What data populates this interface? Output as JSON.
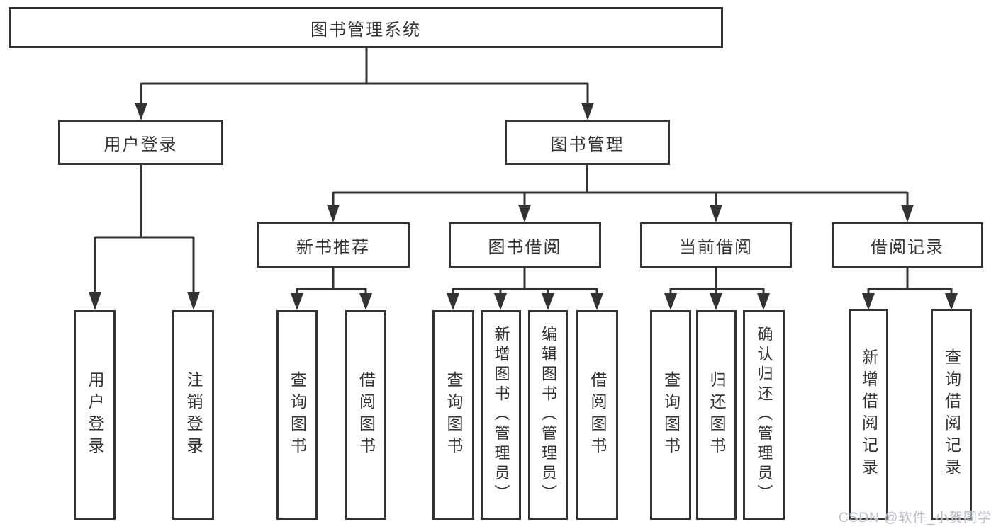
{
  "tree": {
    "root": {
      "label": "图书管理系统"
    },
    "branches": [
      {
        "label": "用户登录",
        "children": [
          {
            "label": "用户登录"
          },
          {
            "label": "注销登录"
          }
        ]
      },
      {
        "label": "图书管理",
        "children": [
          {
            "label": "新书推荐",
            "children": [
              {
                "label": "查询图书"
              },
              {
                "label": "借阅图书"
              }
            ]
          },
          {
            "label": "图书借阅",
            "children": [
              {
                "label": "查询图书"
              },
              {
                "label": "新增图书（管理员）"
              },
              {
                "label": "编辑图书（管理员）"
              },
              {
                "label": "借阅图书"
              }
            ]
          },
          {
            "label": "当前借阅",
            "children": [
              {
                "label": "查询图书"
              },
              {
                "label": "归还图书"
              },
              {
                "label": "确认归还（管理员）"
              }
            ]
          },
          {
            "label": "借阅记录",
            "children": [
              {
                "label": "新增借阅记录"
              },
              {
                "label": "查询借阅记录"
              }
            ]
          }
        ]
      }
    ]
  },
  "watermark": "CSDN @软件_小贺同学",
  "colors": {
    "line": "#333333",
    "text": "#333333",
    "box_fill": "#ffffff",
    "background": "#ffffff",
    "watermark": "#b9bec7"
  }
}
